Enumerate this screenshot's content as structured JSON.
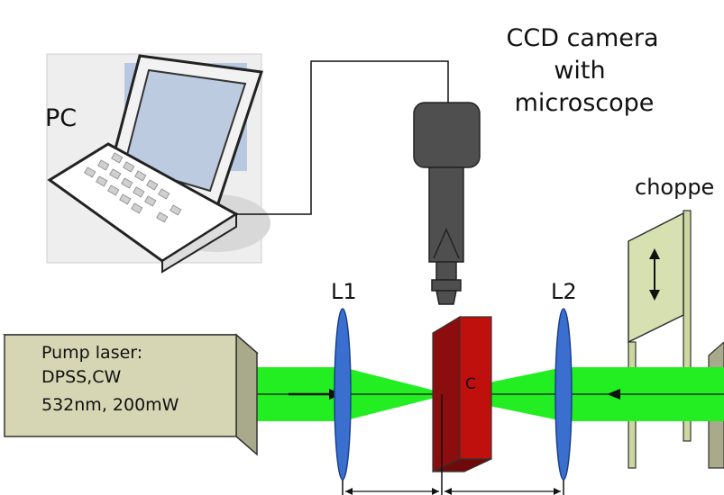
{
  "labels": {
    "pc": "PC",
    "camera_line1": "CCD camera",
    "camera_line2": "with",
    "camera_line3": "microscope",
    "chopper": "choppe",
    "lens1": "L1",
    "lens2": "L2",
    "crystal": "C",
    "laser_line1": "Pump laser:",
    "laser_line2": "DPSS,CW",
    "laser_line3": "532nm, 200mW"
  },
  "colors": {
    "beam": "#22ee22",
    "lens": "#3a6fd0",
    "crystal": "#c0100e",
    "laser_box": "#d6d6b4",
    "chopper": "#d6e0b0",
    "camera": "#4f4f4f"
  },
  "icons": {
    "pc": "laptop-icon",
    "camera": "ccd-camera-icon",
    "chopper": "double-arrow-icon"
  }
}
